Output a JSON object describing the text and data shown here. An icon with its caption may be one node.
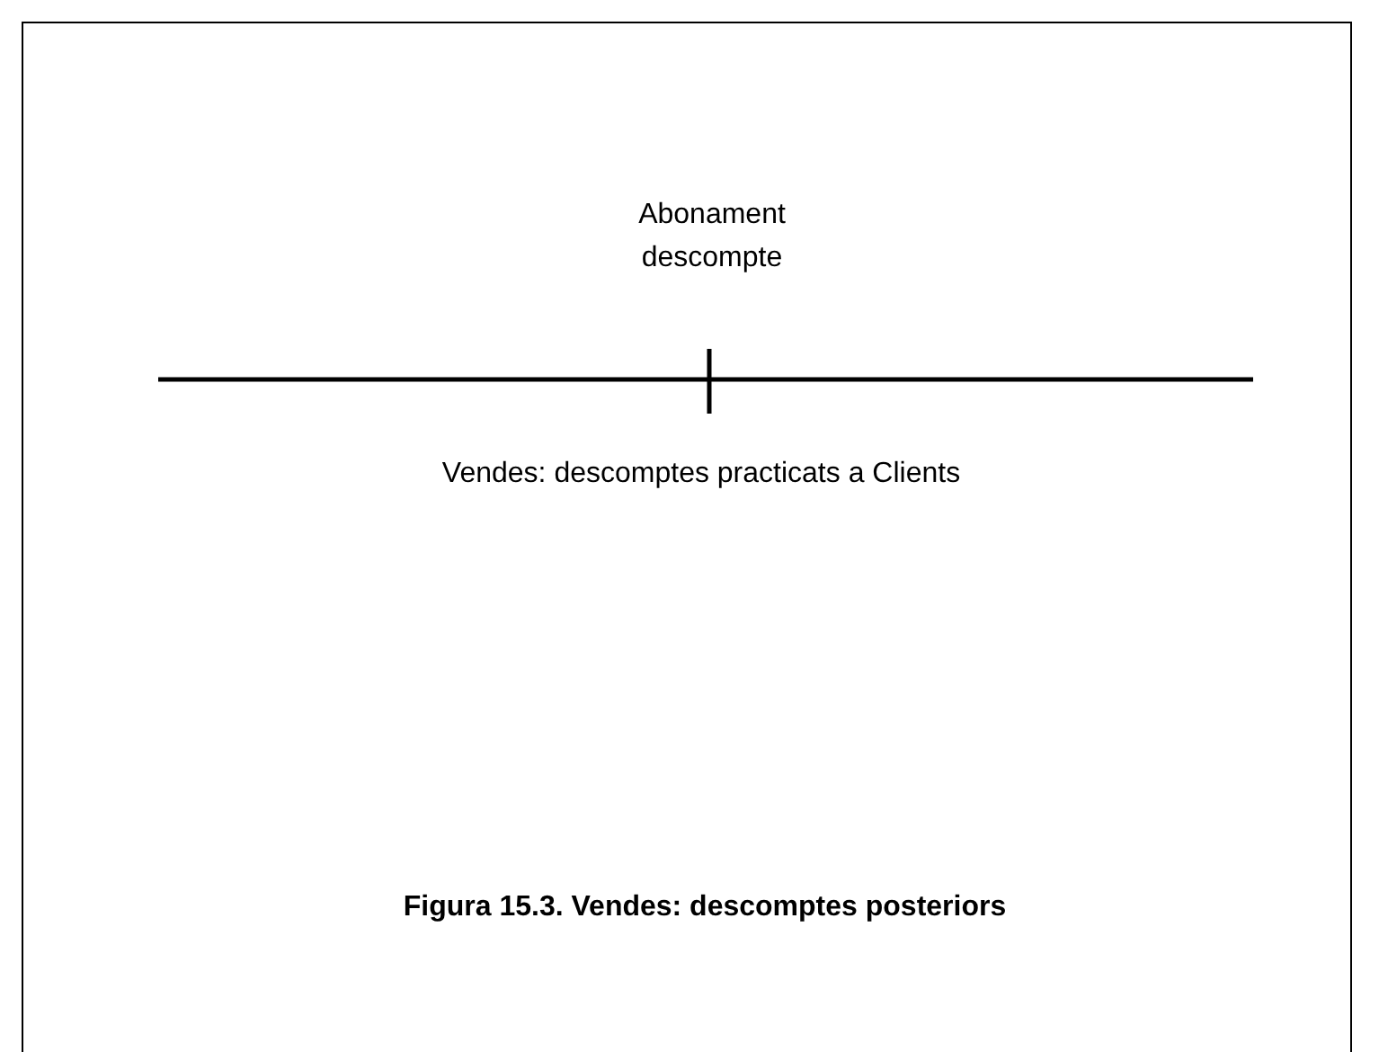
{
  "diagram": {
    "caption": "Figura 15.3. Vendes: descomptes posteriors",
    "labels": [
      "Abonament descompte",
      "Vendes: descomptes practicats a Clients"
    ]
  }
}
